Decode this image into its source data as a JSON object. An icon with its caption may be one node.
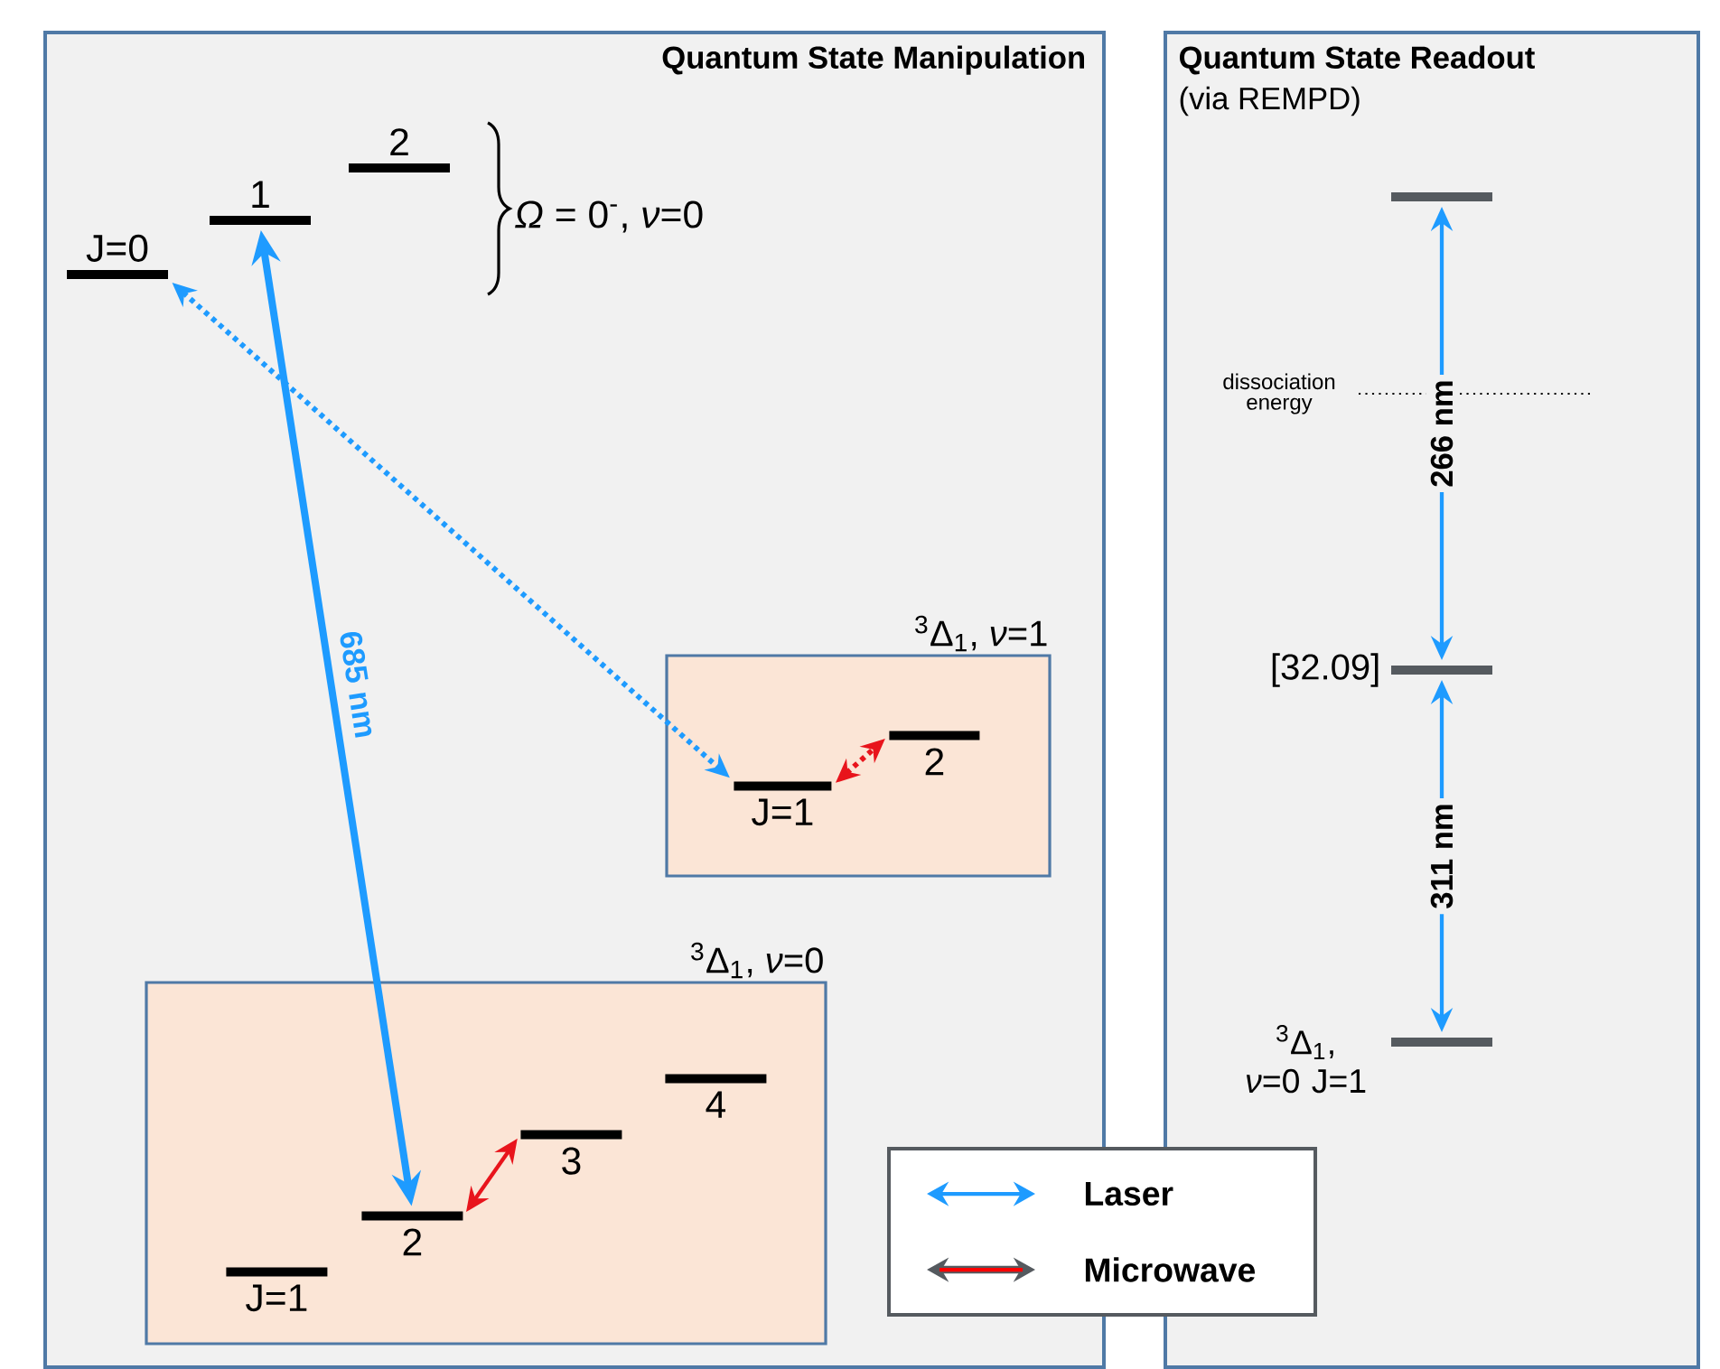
{
  "diagram": {
    "nodes": [
      {
        "text": [
          "Quantum State Manipulation"
        ]
      },
      {
        "text": [
          "Quantum State Readout",
          "(via REMPD)"
        ]
      },
      {
        "text": [
          "J=0"
        ],
        "in": 0
      },
      {
        "text": [
          "1"
        ],
        "in": 0
      },
      {
        "text": [
          "2"
        ],
        "in": 0
      },
      {
        "text": [
          "$^{3}$Δ$_{1}$, *ν*=1"
        ],
        "in": 0
      },
      {
        "text": [
          "J=1"
        ],
        "in": 5
      },
      {
        "text": [
          "2"
        ],
        "in": 5
      },
      {
        "text": [
          "$^{3}$Δ$_{1}$, *ν*=0"
        ],
        "in": 0
      },
      {
        "text": [
          "J=1"
        ],
        "in": 8
      },
      {
        "text": [
          "2"
        ],
        "in": 8
      },
      {
        "text": [
          "3"
        ],
        "in": 8
      },
      {
        "text": [
          "4"
        ],
        "in": 8
      },
      {
        "text": [],
        "shape": "bar",
        "in": 1
      },
      {
        "text": [
          "[32.09]"
        ],
        "in": 1
      },
      {
        "text": [
          "$^{3}$Δ$_{1}$, *ν*=0 J=1"
        ],
        "in": 1
      }
    ],
    "edges": [
      {
        "from": 3,
        "to": 10,
        "arrow": "both",
        "label": "685 nm",
        "style": "thick"
      },
      {
        "from": 2,
        "to": 6,
        "arrow": "both",
        "style": "dashed"
      },
      {
        "from": 6,
        "to": 7,
        "arrow": "both",
        "style": "dashed",
        "color": "#e8141c"
      },
      {
        "from": 10,
        "to": 11,
        "arrow": "both",
        "color": "#e8141c"
      },
      {
        "from": 13,
        "to": 14,
        "arrow": "both",
        "label": "266 nm"
      },
      {
        "from": 14,
        "to": 15,
        "arrow": "both",
        "label": "311 nm"
      }
    ],
    "labels": [
      "*Ω* = 0$^{-}$, *ν*=0",
      "dissociation energy"
    ],
    "legend": [
      {
        "text": "Laser"
      },
      {
        "text": "Microwave"
      }
    ]
  }
}
